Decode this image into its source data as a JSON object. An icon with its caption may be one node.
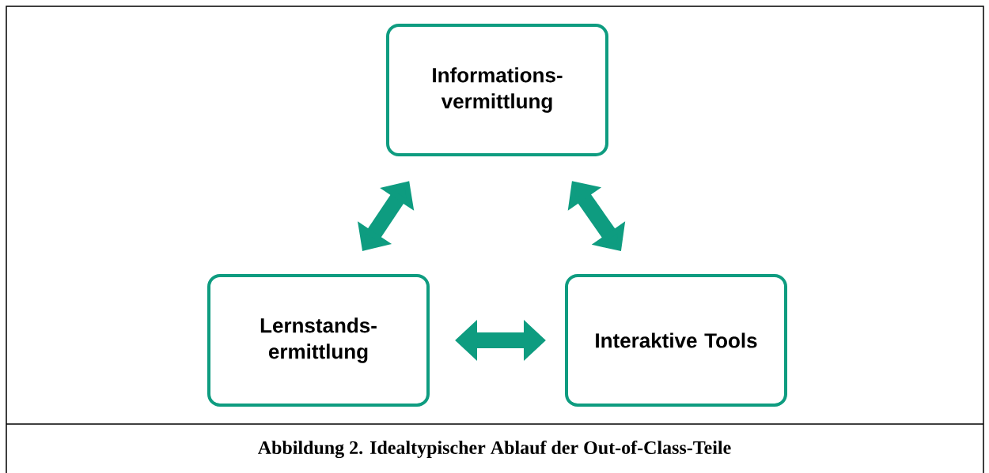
{
  "diagram": {
    "caption": "Abbildung 2. Idealtypischer Ablauf der Out-of-Class-Teile",
    "nodes": [
      {
        "text": [
          "Informations- vermittlung"
        ]
      },
      {
        "text": [
          "Lernstands- ermittlung"
        ]
      },
      {
        "text": [
          "Interaktive Tools"
        ]
      }
    ],
    "edges": [
      {
        "from": 0,
        "to": 1,
        "arrow": "both"
      },
      {
        "from": 0,
        "to": 2,
        "arrow": "both"
      },
      {
        "from": 1,
        "to": 2,
        "arrow": "both"
      }
    ]
  }
}
